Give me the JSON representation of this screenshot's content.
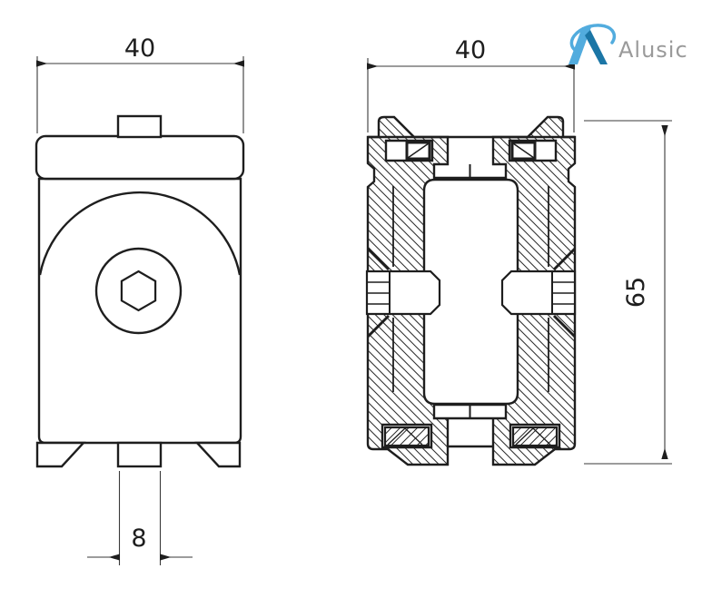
{
  "brand": {
    "name": "Alusic",
    "mark_light_blue": "#52ACDE",
    "mark_dark_blue": "#1B76A6",
    "text_color": "#9A9A9A"
  },
  "drawing": {
    "description": "Two-view technical drawing of an aluminium-profile clamp block (front view and hatched cross-section)",
    "line_color": "#1E1E1E",
    "background": "#FFFFFF",
    "front": {
      "label": "front-view",
      "width_dim": "40",
      "foot_slot_dim": "8"
    },
    "section": {
      "label": "section-view",
      "width_dim": "40",
      "height_dim": "65"
    }
  }
}
